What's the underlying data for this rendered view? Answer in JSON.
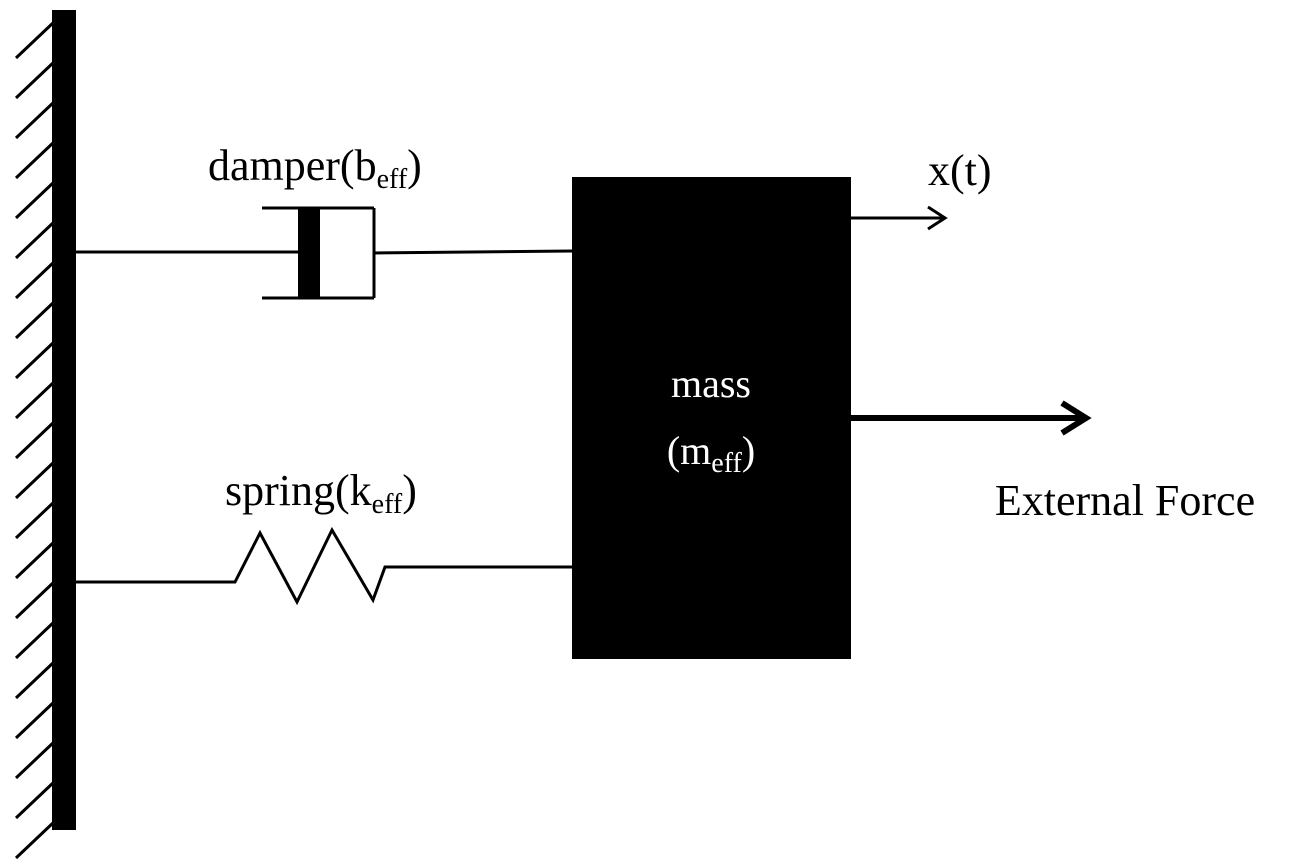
{
  "colors": {
    "ink": "#000000",
    "paper": "#ffffff"
  },
  "damper": {
    "name": "damper(",
    "sub": "eff",
    "symbol": "b",
    "close": ")"
  },
  "spring": {
    "name": "spring(",
    "sub": "eff",
    "symbol": "k",
    "close": ")"
  },
  "mass": {
    "line1": "mass",
    "open": "(",
    "symbol": "m",
    "sub": "eff",
    "close": ")"
  },
  "displacement": {
    "label": "x(t)"
  },
  "force": {
    "label": "External Force"
  }
}
